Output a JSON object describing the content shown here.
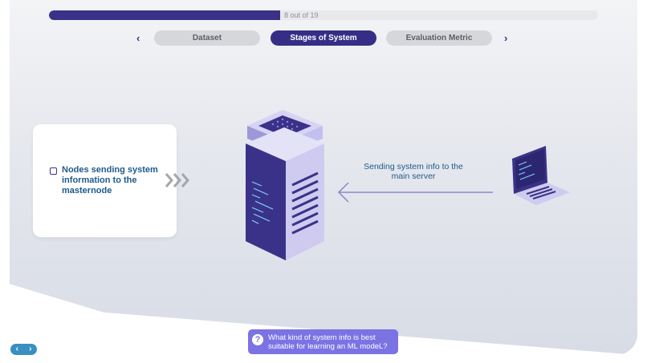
{
  "progress": {
    "label": "8 out of 19",
    "current": 8,
    "total": 19
  },
  "tabs": {
    "prev_icon": "‹",
    "next_icon": "›",
    "items": [
      {
        "label": "Dataset",
        "active": false
      },
      {
        "label": "Stages of System",
        "active": true
      },
      {
        "label": "Evaluation Metric",
        "active": false
      }
    ]
  },
  "card": {
    "text": "Nodes sending system information to the masternode"
  },
  "diagram": {
    "arrow_label": "Sending system info to the main server"
  },
  "question": {
    "icon": "?",
    "text": "What kind of system info is best suitable for learning an ML modeL?"
  },
  "nav": {
    "prev_icon": "‹",
    "next_icon": "›"
  },
  "colors": {
    "primary": "#362e86",
    "accent_text": "#1c5a8c",
    "question_bg": "#7b73e4",
    "nav_bg": "#3a8fc2"
  }
}
